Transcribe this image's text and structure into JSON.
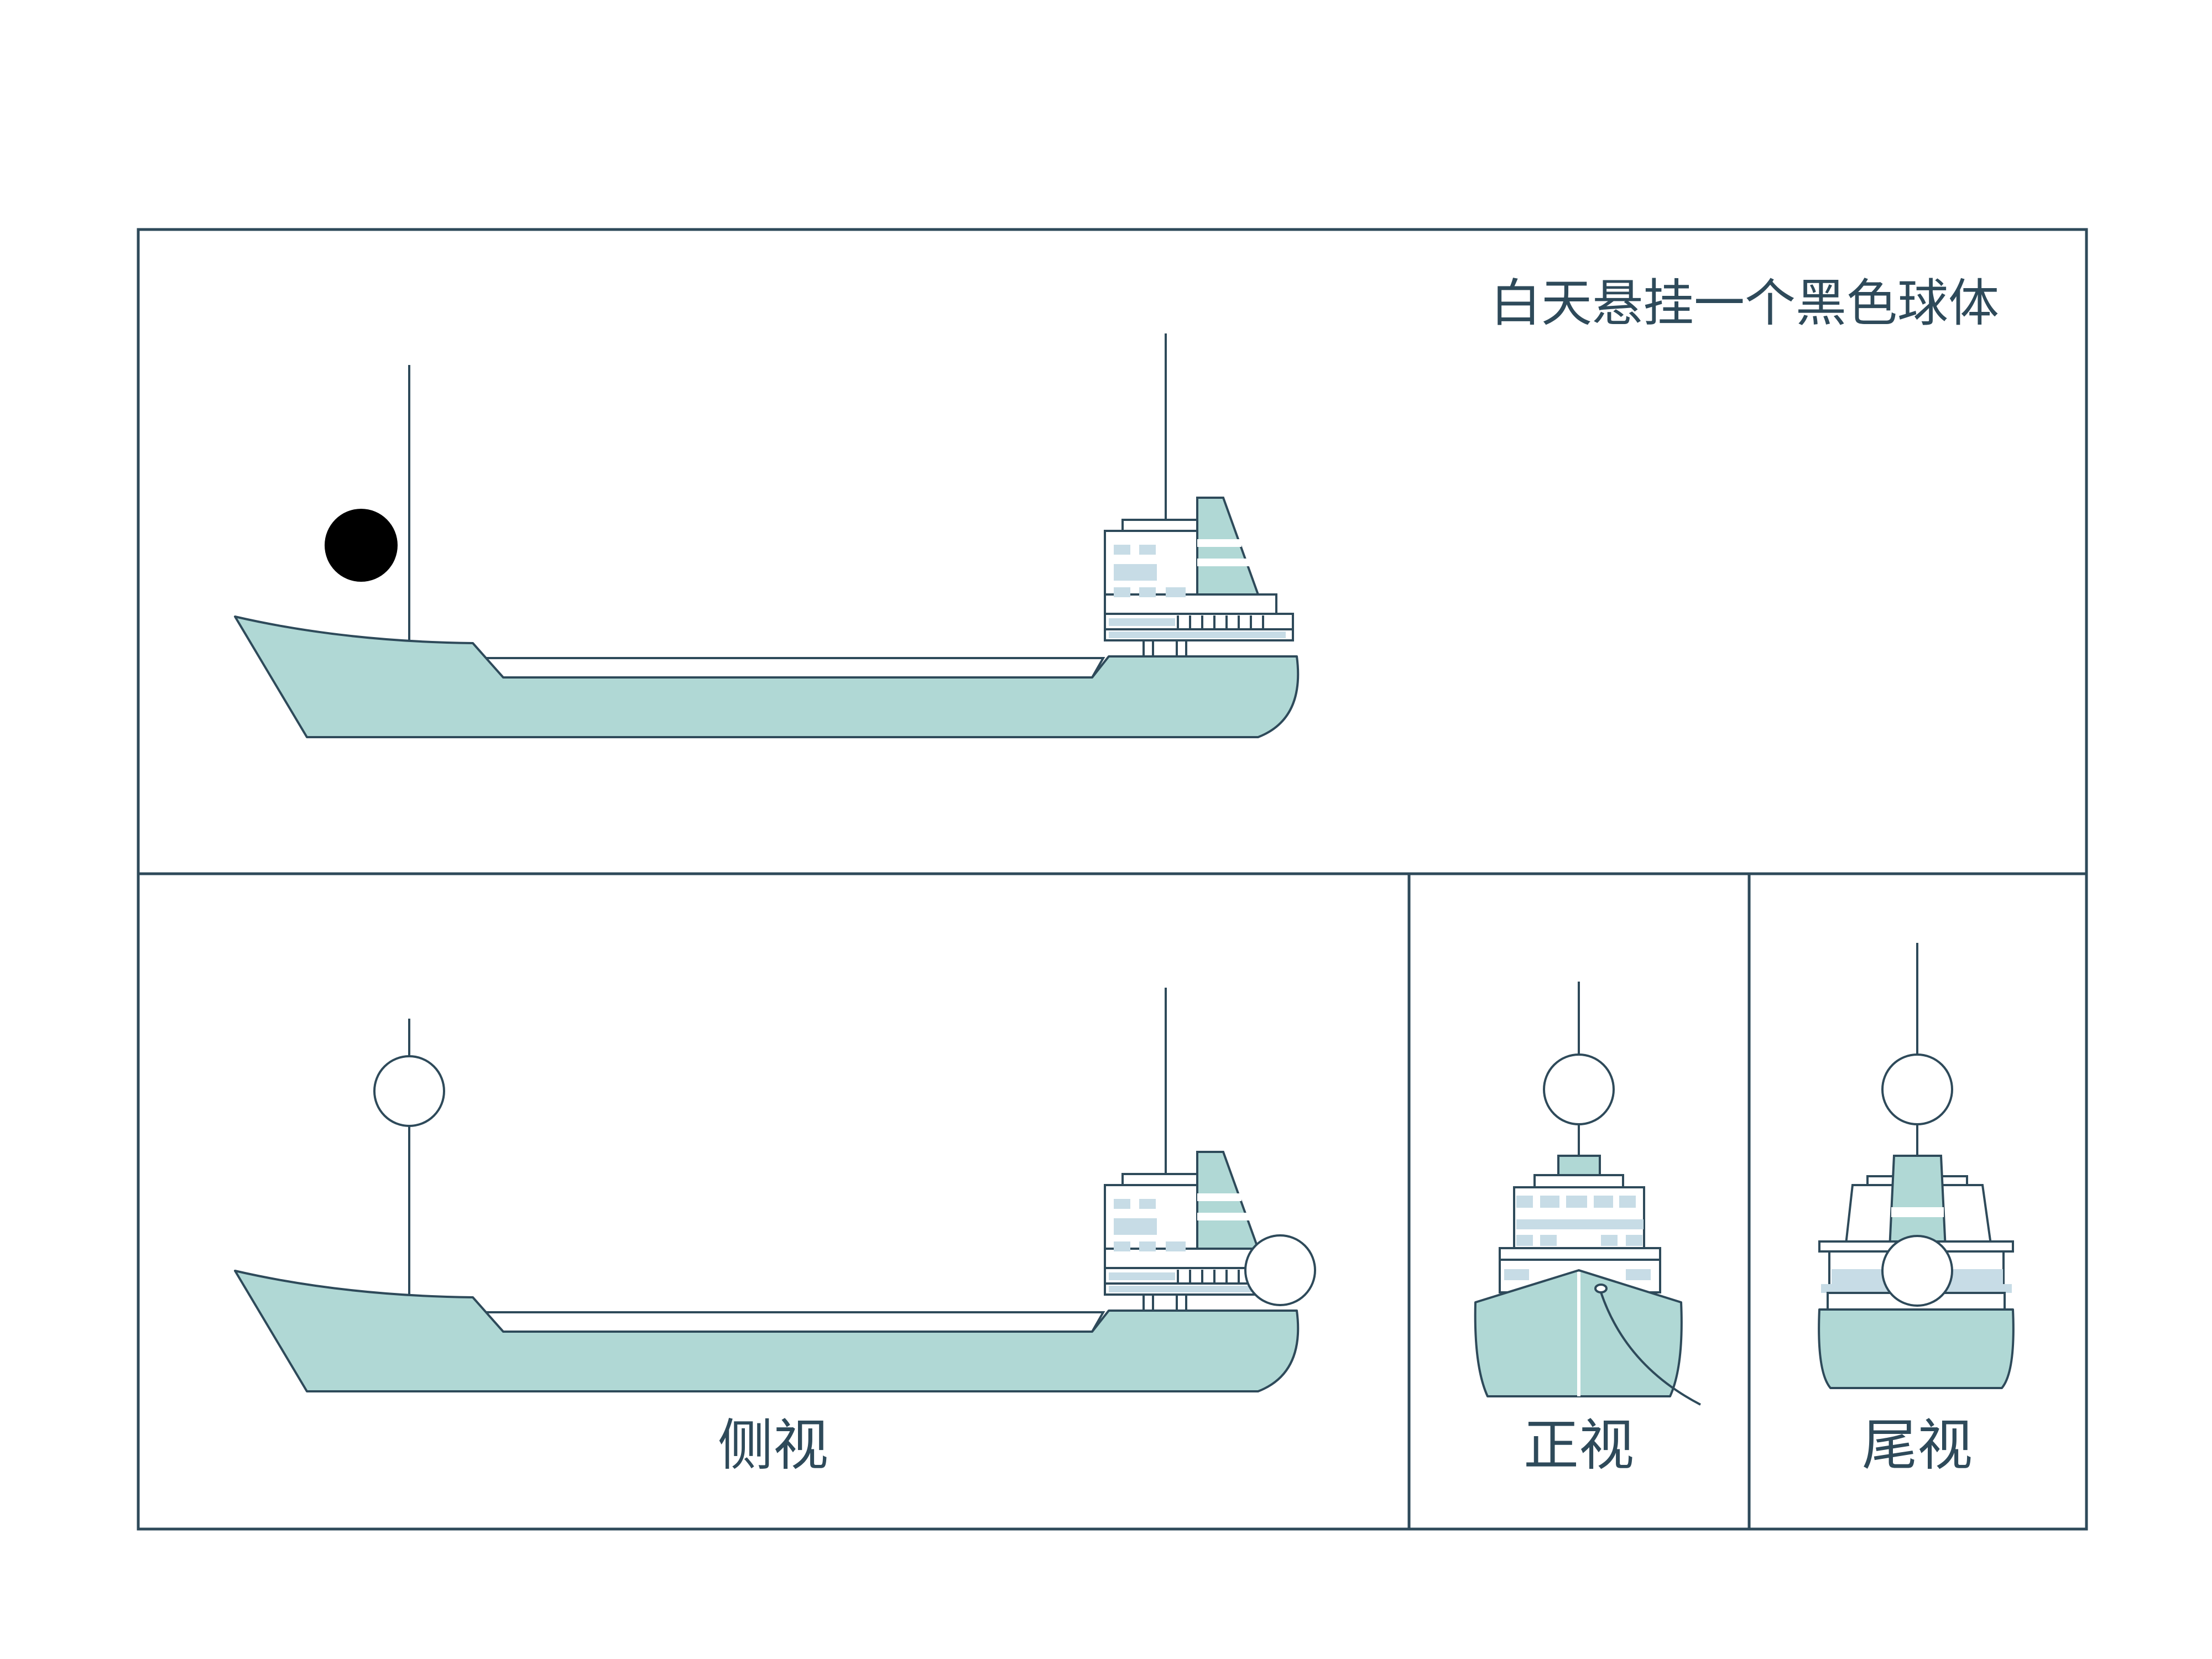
{
  "title": "白天悬挂一个黑色球体",
  "views": {
    "side": "侧视",
    "front": "正视",
    "stern": "尾视"
  },
  "colors": {
    "ink": "#2e4a5a",
    "hull": "#b0d8d5",
    "window": "#c7dce6",
    "day_ball": "#000000",
    "light_ball": "#ffffff"
  }
}
